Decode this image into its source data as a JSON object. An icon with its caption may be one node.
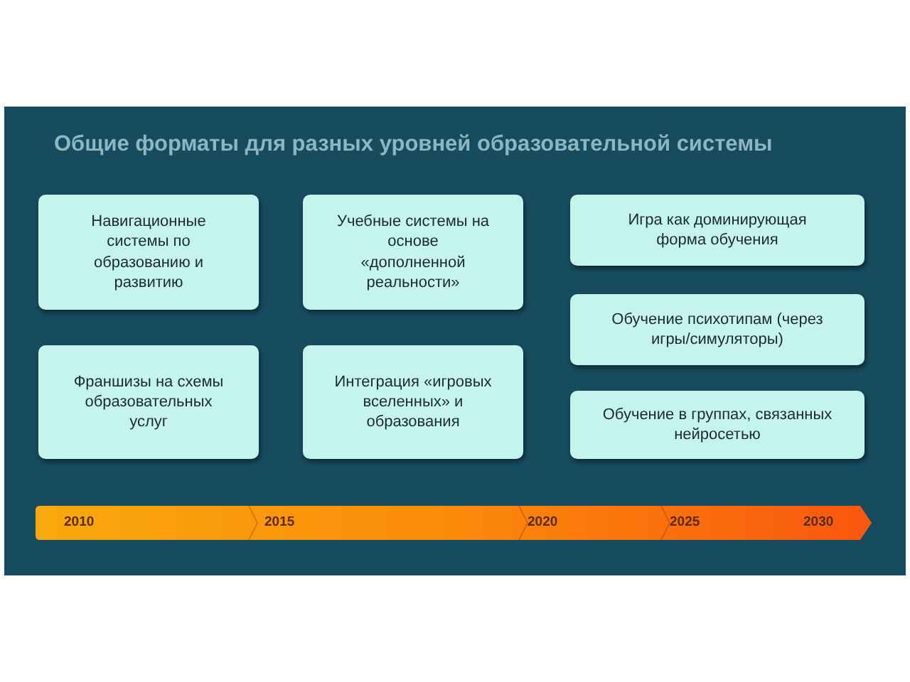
{
  "diagram": {
    "title": "Общие форматы для разных уровней образовательной системы",
    "nodes": [
      {
        "text": [
          "Навигационные системы по образованию и развитию"
        ]
      },
      {
        "text": [
          "Учебные системы на основе «дополненной реальности»"
        ]
      },
      {
        "text": [
          "Игра как доминирующая форма обучения"
        ]
      },
      {
        "text": [
          "Обучение психотипам (через игры/симуляторы)"
        ]
      },
      {
        "text": [
          "Франшизы на схемы образовательных услуг"
        ]
      },
      {
        "text": [
          "Интеграция «игровых вселенных» и образования"
        ]
      },
      {
        "text": [
          "Обучение в группах, связанных нейросетью"
        ]
      }
    ],
    "labels": [
      "2010",
      "2015",
      "2020",
      "2025",
      "2030"
    ]
  }
}
